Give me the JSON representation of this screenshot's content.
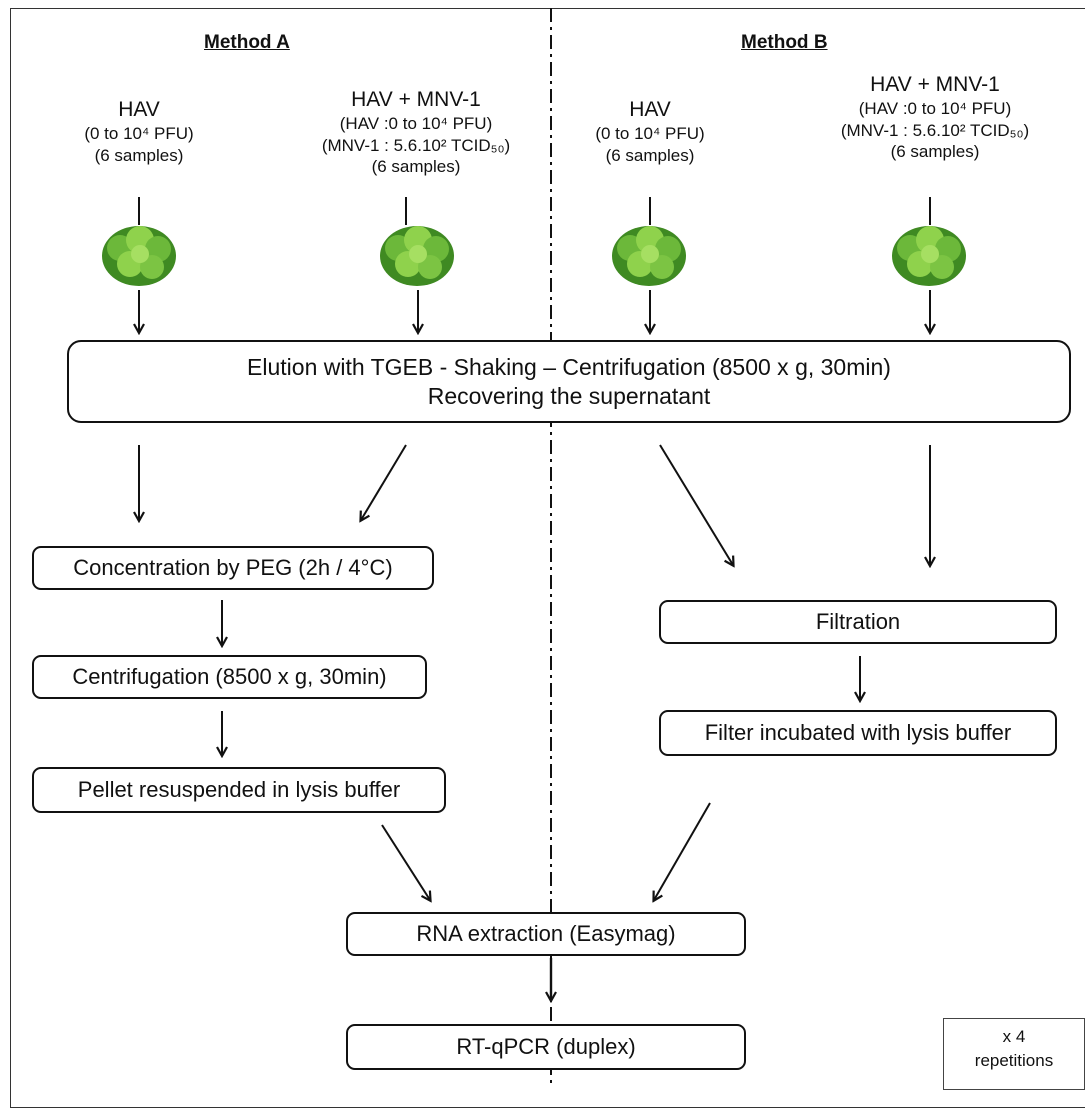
{
  "methods": {
    "a_title": "Method A",
    "b_title": "Method B"
  },
  "samples": [
    {
      "name": "HAV",
      "line1": "(0 to 10⁴ PFU)",
      "line2": "(6 samples)"
    },
    {
      "name": "HAV + MNV-1",
      "line1": "(HAV :0 to 10⁴ PFU)",
      "line2": "(MNV-1 : 5.6.10² TCID₅₀)",
      "line3": "(6 samples)"
    },
    {
      "name": "HAV",
      "line1": "(0 to 10⁴ PFU)",
      "line2": "(6 samples)"
    },
    {
      "name": "HAV + MNV-1",
      "line1": "(HAV :0 to 10⁴ PFU)",
      "line2": "(MNV-1 : 5.6.10² TCID₅₀)",
      "line3": "(6 samples)"
    }
  ],
  "steps": {
    "elution_line1": "Elution with TGEB - Shaking – Centrifugation (8500 x g, 30min)",
    "elution_line2": "Recovering the supernatant",
    "peg": "Concentration by PEG (2h / 4°C)",
    "centrifugation": "Centrifugation (8500 x g, 30min)",
    "pellet": "Pellet resuspended in lysis buffer",
    "filtration": "Filtration",
    "filter_incubated": "Filter incubated with lysis buffer",
    "rna_extraction": "RNA extraction (Easymag)",
    "rt_qpcr": "RT-qPCR (duplex)"
  },
  "repetitions": {
    "line1": "x 4",
    "line2": "repetitions"
  },
  "icons": {
    "sample": "lettuce-icon",
    "flow": "arrow-icon"
  },
  "colors": {
    "lettuce_dark": "#3f8a22",
    "lettuce_light": "#8fd24c"
  }
}
